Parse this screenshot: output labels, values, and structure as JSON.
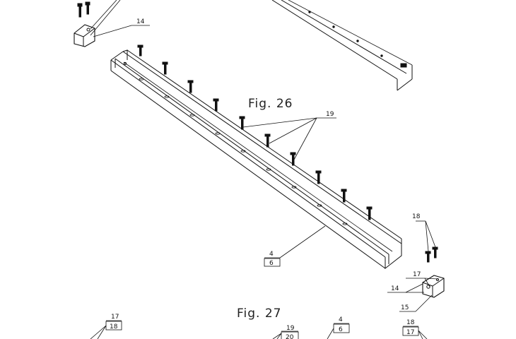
{
  "figures": {
    "fig26_caption": "Fig. 26",
    "fig27_caption": "Fig. 27"
  },
  "callouts": {
    "c14_top": "14",
    "c19": "19",
    "c4": "4",
    "c6": "6",
    "c18_right": "18",
    "c17_right": "17",
    "c14_right": "14",
    "c15_right": "15",
    "c17_bl": "17",
    "c18_bl": "18",
    "c19_bot": "19",
    "c20_bot": "20",
    "c4_bot": "4",
    "c6_bot": "6",
    "c18_br": "18",
    "c17_br": "17"
  }
}
